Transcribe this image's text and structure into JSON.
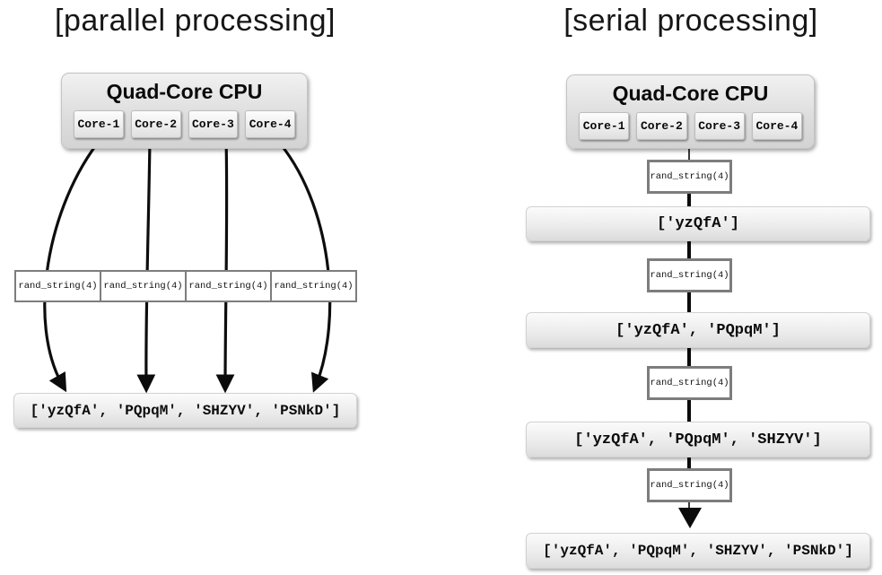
{
  "parallel": {
    "title": "[parallel processing]",
    "cpu": {
      "title": "Quad-Core CPU",
      "cores": [
        "Core-1",
        "Core-2",
        "Core-3",
        "Core-4"
      ]
    },
    "calls": [
      "rand_string(4)",
      "rand_string(4)",
      "rand_string(4)",
      "rand_string(4)"
    ],
    "result": "['yzQfA', 'PQpqM', 'SHZYV', 'PSNkD']"
  },
  "serial": {
    "title": "[serial processing]",
    "cpu": {
      "title": "Quad-Core CPU",
      "cores": [
        "Core-1",
        "Core-2",
        "Core-3",
        "Core-4"
      ]
    },
    "steps": [
      {
        "call": "rand_string(4)",
        "result": "['yzQfA']"
      },
      {
        "call": "rand_string(4)",
        "result": "['yzQfA', 'PQpqM']"
      },
      {
        "call": "rand_string(4)",
        "result": "['yzQfA', 'PQpqM', 'SHZYV']"
      },
      {
        "call": "rand_string(4)",
        "result": "['yzQfA', 'PQpqM', 'SHZYV', 'PSNkD']"
      }
    ]
  },
  "colors": {
    "background": "#ffffff",
    "arrow": "#0b0b0b",
    "call_box_border": "#7d7d7d"
  }
}
